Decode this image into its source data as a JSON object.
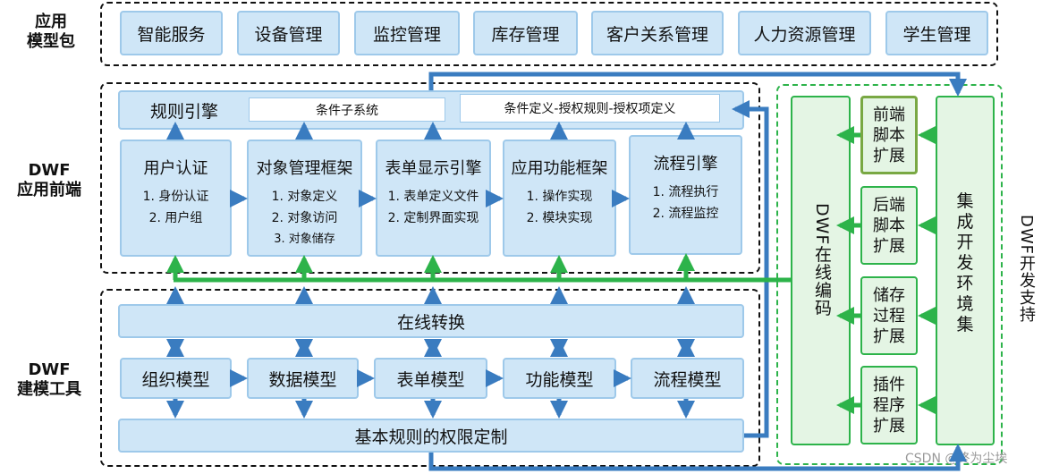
{
  "app_packages": {
    "label_line1": "应用",
    "label_line2": "模型包",
    "items": [
      "智能服务",
      "设备管理",
      "监控管理",
      "库存管理",
      "客户关系管理",
      "人力资源管理",
      "学生管理"
    ]
  },
  "frontend": {
    "label_line1": "DWF",
    "label_line2": "应用前端",
    "rule_engine": "规则引擎",
    "condition_subsystem": "条件子系统",
    "condition_definition": "条件定义-授权规则-授权项定义",
    "modules": [
      {
        "title": "用户认证",
        "items": [
          "1. 身份认证",
          "2. 用户组"
        ]
      },
      {
        "title": "对象管理框架",
        "items": [
          "1. 对象定义",
          "2. 对象访问",
          "3. 对象储存"
        ]
      },
      {
        "title": "表单显示引擎",
        "items": [
          "1. 表单定义文件",
          "2. 定制界面实现"
        ]
      },
      {
        "title": "应用功能框架",
        "items": [
          "1. 操作实现",
          "2. 模块实现"
        ]
      },
      {
        "title": "流程引擎",
        "items": [
          "1. 流程执行",
          "2. 流程监控"
        ]
      }
    ]
  },
  "modeling": {
    "label_line1": "DWF",
    "label_line2": "建模工具",
    "online_conversion": "在线转换",
    "models": [
      "组织模型",
      "数据模型",
      "表单模型",
      "功能模型",
      "流程模型"
    ],
    "base_rules": "基本规则的权限定制"
  },
  "dev_support": {
    "label": "DWF开发支持",
    "online_coding": "DWF在线编码",
    "extensions": [
      [
        "前端",
        "脚本",
        "扩展"
      ],
      [
        "后端",
        "脚本",
        "扩展"
      ],
      [
        "储存",
        "过程",
        "扩展"
      ],
      [
        "插件",
        "程序",
        "扩展"
      ]
    ],
    "integrated_env": [
      "集",
      "成",
      "开",
      "发",
      "环",
      "境",
      "集"
    ]
  },
  "watermark": "CSDN @终为尘埃",
  "colors": {
    "blue_arrow": "#3a7cc0",
    "green_arrow": "#2db34a",
    "box_fill": "#cfe6f7"
  }
}
